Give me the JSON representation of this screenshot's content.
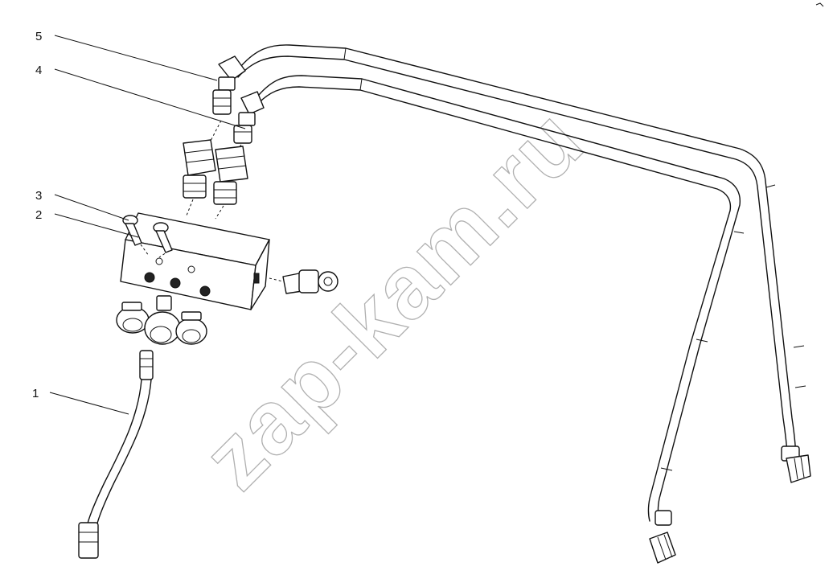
{
  "callouts": [
    {
      "number": "5"
    },
    {
      "number": "4"
    },
    {
      "number": "3"
    },
    {
      "number": "2"
    },
    {
      "number": "1"
    }
  ],
  "watermark": {
    "text": "zap-kam.ru",
    "color": "#b0b0b0"
  },
  "colors": {
    "line": "#111111",
    "background": "#ffffff"
  }
}
